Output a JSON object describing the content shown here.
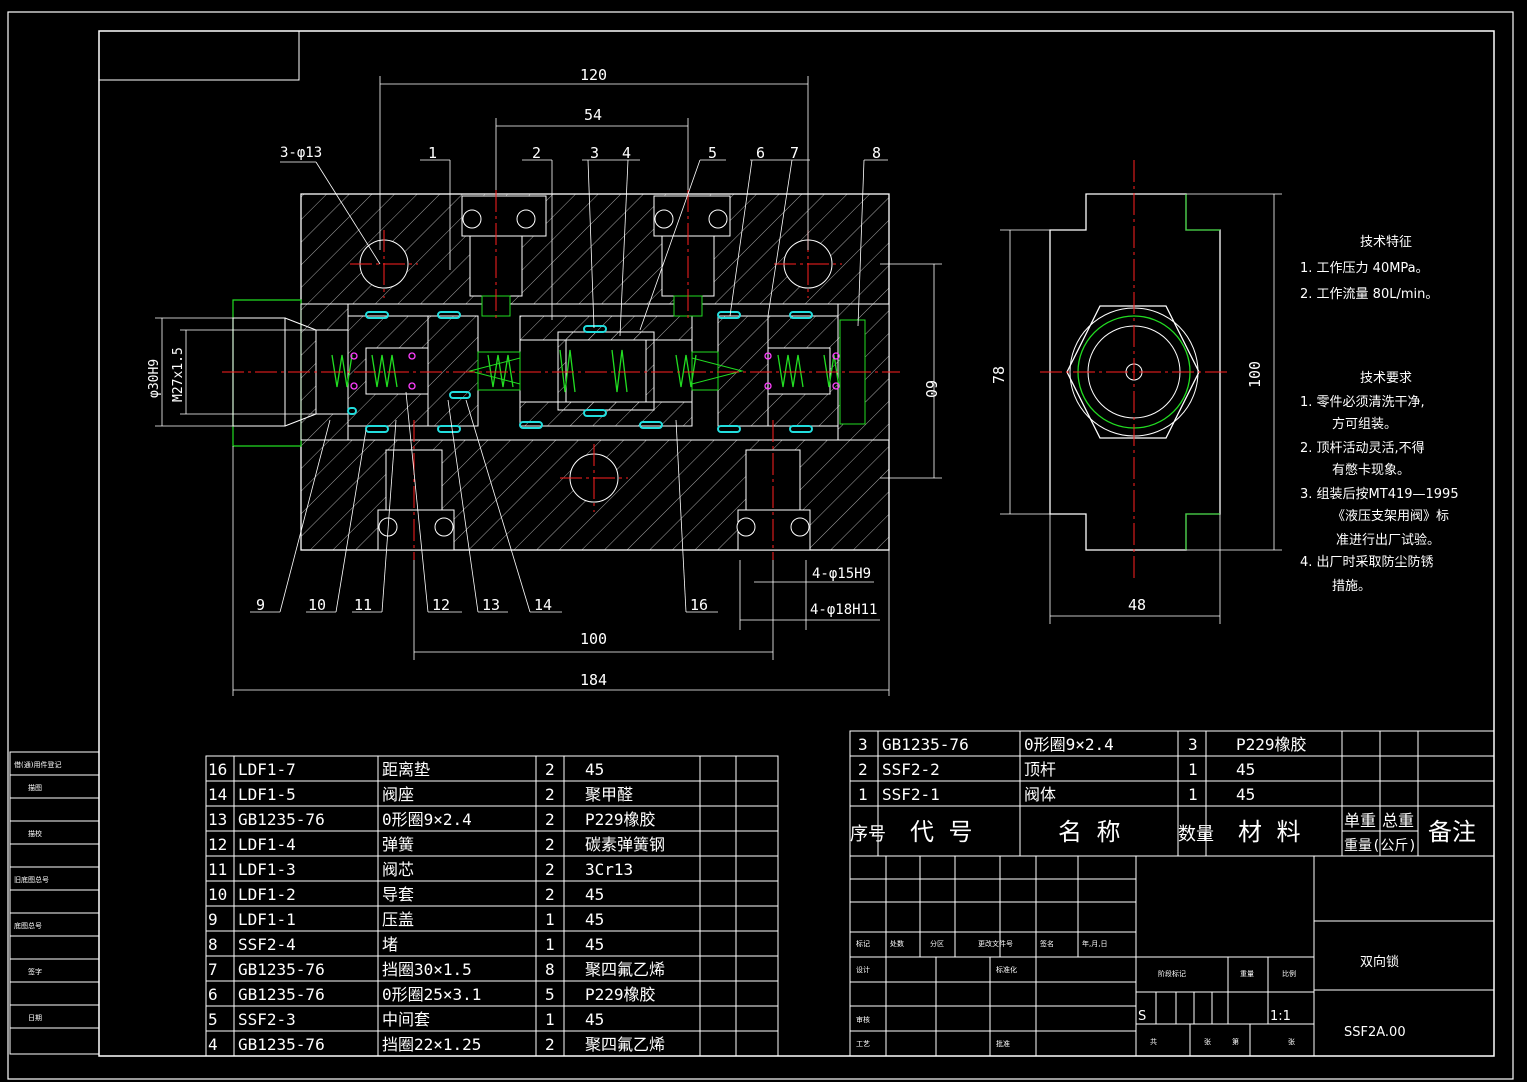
{
  "dimensions": {
    "d120": "120",
    "d54": "54",
    "d100": "100",
    "d184": "184",
    "d60": "60",
    "d78": "78",
    "d100r": "100",
    "d48": "48",
    "hole1": "3-φ13",
    "hole2": "4-φ15H9",
    "hole3": "4-φ18H11",
    "phi30": "φ30H9",
    "m27": "M27x1.5"
  },
  "balloons_top": [
    "1",
    "2",
    "3",
    "4",
    "5",
    "6",
    "7",
    "8"
  ],
  "balloons_bottom": [
    "9",
    "10",
    "11",
    "12",
    "13",
    "14",
    "16"
  ],
  "tech_features": {
    "title": "技术特征",
    "items": [
      "1. 工作压力 40MPa。",
      "2. 工作流量 80L/min。"
    ]
  },
  "tech_requirements": {
    "title": "技术要求",
    "items": [
      "1. 零件必须清洗干净,",
      "方可组装。",
      "2. 顶杆活动灵活,不得",
      "有憋卡现象。",
      "3. 组装后按MT419—1995",
      "《液压支架用阀》标",
      "准进行出厂试验。",
      "4. 出厂时采取防尘防锈",
      "措施。"
    ]
  },
  "bom_left": [
    {
      "no": "16",
      "code": "LDF1-7",
      "name": "距离垫",
      "qty": "2",
      "mat": "45"
    },
    {
      "no": "14",
      "code": "LDF1-5",
      "name": "阀座",
      "qty": "2",
      "mat": "聚甲醛"
    },
    {
      "no": "13",
      "code": "GB1235-76",
      "name": "0形圈9×2.4",
      "qty": "2",
      "mat": "P229橡胶"
    },
    {
      "no": "12",
      "code": "LDF1-4",
      "name": "弹簧",
      "qty": "2",
      "mat": "碳素弹簧钢"
    },
    {
      "no": "11",
      "code": "LDF1-3",
      "name": "阀芯",
      "qty": "2",
      "mat": "3Cr13"
    },
    {
      "no": "10",
      "code": "LDF1-2",
      "name": "导套",
      "qty": "2",
      "mat": "45"
    },
    {
      "no": "9",
      "code": "LDF1-1",
      "name": "压盖",
      "qty": "1",
      "mat": "45"
    },
    {
      "no": "8",
      "code": "SSF2-4",
      "name": "堵",
      "qty": "1",
      "mat": "45"
    },
    {
      "no": "7",
      "code": "GB1235-76",
      "name": "挡圈30×1.5",
      "qty": "8",
      "mat": "聚四氟乙烯"
    },
    {
      "no": "6",
      "code": "GB1235-76",
      "name": "0形圈25×3.1",
      "qty": "5",
      "mat": "P229橡胶"
    },
    {
      "no": "5",
      "code": "SSF2-3",
      "name": "中间套",
      "qty": "1",
      "mat": "45"
    },
    {
      "no": "4",
      "code": "GB1235-76",
      "name": "挡圈22×1.25",
      "qty": "2",
      "mat": "聚四氟乙烯"
    }
  ],
  "bom_right": [
    {
      "no": "3",
      "code": "GB1235-76",
      "name": "0形圈9×2.4",
      "qty": "3",
      "mat": "P229橡胶"
    },
    {
      "no": "2",
      "code": "SSF2-2",
      "name": "顶杆",
      "qty": "1",
      "mat": "45"
    },
    {
      "no": "1",
      "code": "SSF2-1",
      "name": "阀体",
      "qty": "1",
      "mat": "45"
    }
  ],
  "bom_header": {
    "no": "序号",
    "code": "代  号",
    "name": "名  称",
    "qty": "数量",
    "mat": "材  料",
    "unit_w": "单重",
    "total_w": "总重",
    "weight": "重量(公斤)",
    "note": "备注"
  },
  "title_block": {
    "name": "双向锁",
    "drawing_no": "SSF2A.00",
    "scale_label": "比例",
    "scale": "1:1",
    "stage_label": "阶段标记",
    "weight_label": "重量",
    "stage": "S",
    "row_labels": [
      "标记",
      "处数",
      "分区",
      "更改文件号",
      "签名",
      "年,月,日"
    ],
    "sign_labels": [
      "设计",
      "标准化",
      "审核",
      "工艺",
      "批准"
    ],
    "sheet_labels": [
      "共",
      "张",
      "第",
      "张"
    ]
  },
  "left_strip": [
    "借(通)用件登记",
    "描图",
    "描校",
    "旧底图总号",
    "底图总号",
    "签字",
    "日期"
  ],
  "colors": {
    "line": "#ffffff",
    "hatch": "#ffffff",
    "center": "#ff2020",
    "green": "#22dd22",
    "cyan": "#22dddd",
    "magenta": "#ff40ff"
  }
}
